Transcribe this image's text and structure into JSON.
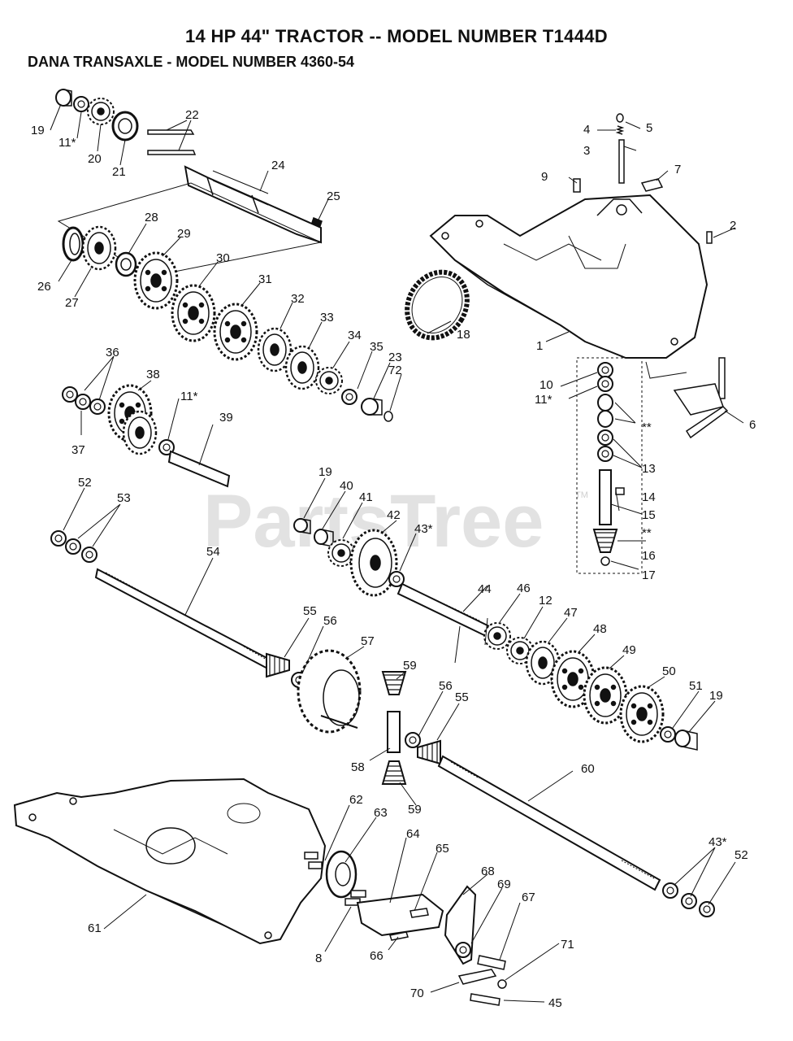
{
  "title": "14 HP 44\" TRACTOR -- MODEL NUMBER T1444D",
  "subtitle": "DANA TRANSAXLE - MODEL NUMBER 4360-54",
  "watermark": "PartsTree",
  "watermark_tm": "TM",
  "colors": {
    "ink": "#111111",
    "watermark": "#e2e2e2",
    "background": "#ffffff"
  },
  "labels": {
    "p1": "1",
    "p2": "2",
    "p3": "3",
    "p4": "4",
    "p5": "5",
    "p6": "6",
    "p7": "7",
    "p8": "8",
    "p9": "9",
    "p10": "10",
    "p11a": "11*",
    "p11b": "11*",
    "p11c": "11*",
    "p12": "12",
    "p13": "13",
    "p14": "14",
    "p15": "15",
    "p16": "16",
    "p17": "17",
    "p18": "18",
    "p19a": "19",
    "p19b": "19",
    "p19c": "19",
    "p20": "20",
    "p21": "21",
    "p22": "22",
    "p23": "23",
    "p24": "24",
    "p25": "25",
    "p26": "26",
    "p27": "27",
    "p28": "28",
    "p29": "29",
    "p30": "30",
    "p31": "31",
    "p32": "32",
    "p33": "33",
    "p34": "34",
    "p35": "35",
    "p36": "36",
    "p37": "37",
    "p38": "38",
    "p39": "39",
    "p40": "40",
    "p41": "41",
    "p42": "42",
    "p43a": "43*",
    "p43b": "43*",
    "p44": "44",
    "p45": "45",
    "p46": "46",
    "p47": "47",
    "p48": "48",
    "p49": "49",
    "p50": "50",
    "p51": "51",
    "p52a": "52",
    "p52b": "52",
    "p53": "53",
    "p54": "54",
    "p55a": "55",
    "p55b": "55",
    "p56a": "56",
    "p56b": "56",
    "p57": "57",
    "p58": "58",
    "p59a": "59",
    "p59b": "59",
    "p60": "60",
    "p61": "61",
    "p62": "62",
    "p63": "63",
    "p64": "64",
    "p65": "65",
    "p66": "66",
    "p67": "67",
    "p68": "68",
    "p69": "69",
    "p70": "70",
    "p71": "71",
    "p72": "72",
    "dsA": "**",
    "dsB": "**"
  }
}
